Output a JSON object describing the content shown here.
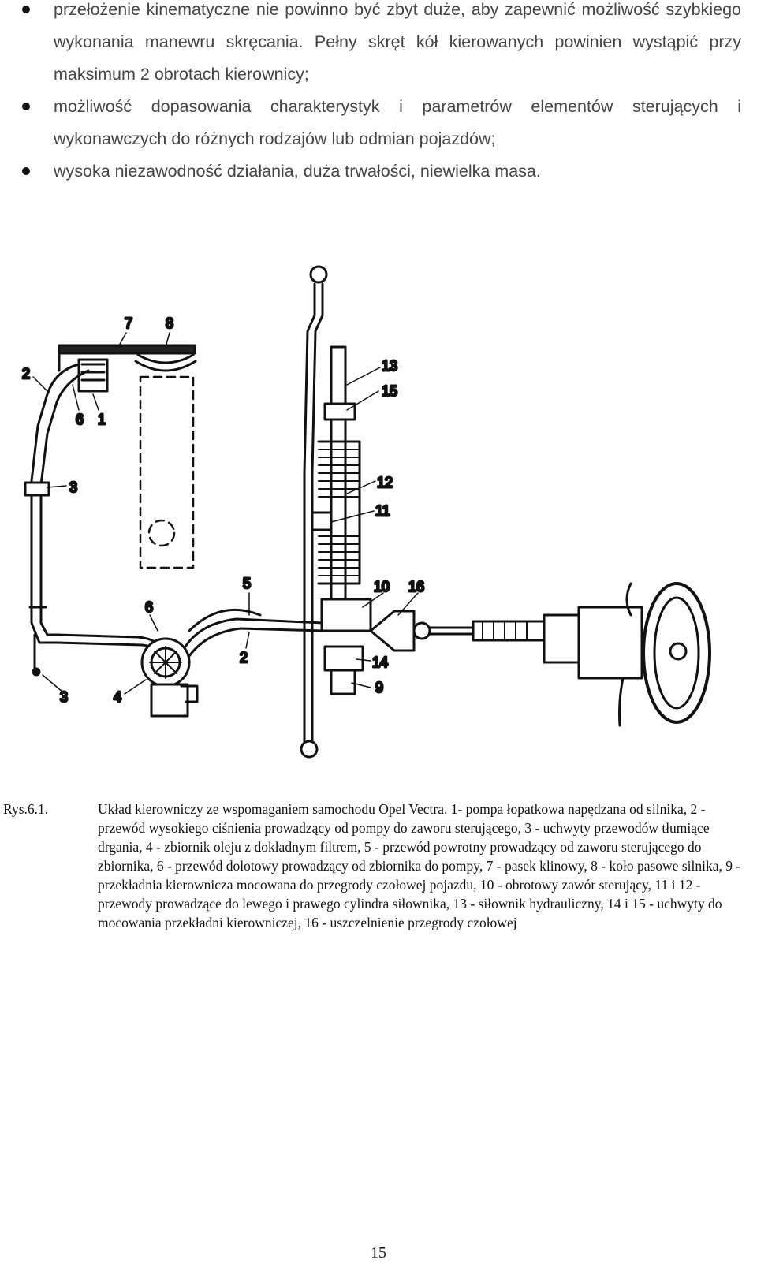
{
  "bullets": [
    "przełożenie kinematyczne nie powinno być zbyt duże, aby zapewnić możliwość szybkiego wykonania manewru skręcania. Pełny skręt kół kierowanych powinien wystąpić przy maksimum 2 obrotach kierownicy;",
    "możliwość dopasowania charakterystyk i parametrów elementów sterujących i wykonawczych do różnych rodzajów lub odmian pojazdów;",
    "wysoka niezawodność działania, duża trwałości, niewielka masa."
  ],
  "figure": {
    "labels": {
      "l1": "1",
      "l2a": "2",
      "l2b": "2",
      "l3a": "3",
      "l3b": "3",
      "l4": "4",
      "l5": "5",
      "l6a": "6",
      "l6b": "6",
      "l7": "7",
      "l8": "8",
      "l9": "9",
      "l10": "10",
      "l11": "11",
      "l12": "12",
      "l13": "13",
      "l14": "14",
      "l15": "15",
      "l16": "16"
    }
  },
  "caption": {
    "label": "Rys.6.1.",
    "text": "Układ kierowniczy ze wspomaganiem samochodu Opel Vectra. 1- pompa łopatkowa napędzana od silnika, 2 - przewód wysokiego ciśnienia prowadzący od pompy do zaworu sterującego, 3 - uchwyty przewodów tłumiące drgania, 4 - zbiornik oleju z dokładnym filtrem, 5 - przewód powrotny prowadzący od zaworu sterującego do zbiornika, 6 - przewód dolotowy prowadzący od zbiornika do pompy, 7 - pasek klinowy, 8 - koło pasowe silnika, 9 - przekładnia kierownicza mocowana do przegrody czołowej pojazdu, 10 - obrotowy zawór sterujący, 11 i 12 - przewody prowadzące do lewego i prawego cylindra siłownika, 13 - siłownik hydrauliczny, 14 i 15 - uchwyty do mocowania przekładni kierowniczej, 16 - uszczelnienie przegrody czołowej"
  },
  "page_number": "15"
}
